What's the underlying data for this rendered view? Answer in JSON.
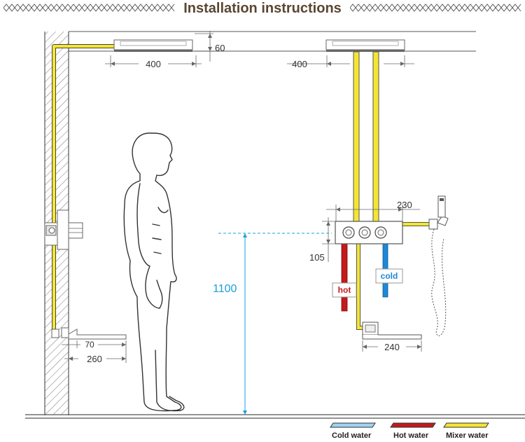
{
  "title": "Installation instructions",
  "dimensions": {
    "left_ceiling_offset": "60",
    "left_head_width": "400",
    "right_head_width": "400",
    "panel_width": "230",
    "panel_height": "105",
    "panel_mount_height": "1100",
    "left_spout_reach": "70",
    "left_spout_total": "260",
    "right_spout_reach": "240"
  },
  "pipe_labels": {
    "hot": "hot",
    "cold": "cold"
  },
  "legend": [
    {
      "label": "Cold water",
      "color": "#9fd3f0"
    },
    {
      "label": "Hot water",
      "color": "#c41a1a"
    },
    {
      "label": "Mixer water",
      "color": "#f4e631"
    }
  ],
  "colors": {
    "title": "#5a4632",
    "line": "#555555",
    "dimension_blue": "#1aa0dc",
    "pipe_yellow": "#f4e631",
    "pipe_red": "#c41a1a",
    "pipe_blue": "#1e88d6"
  }
}
